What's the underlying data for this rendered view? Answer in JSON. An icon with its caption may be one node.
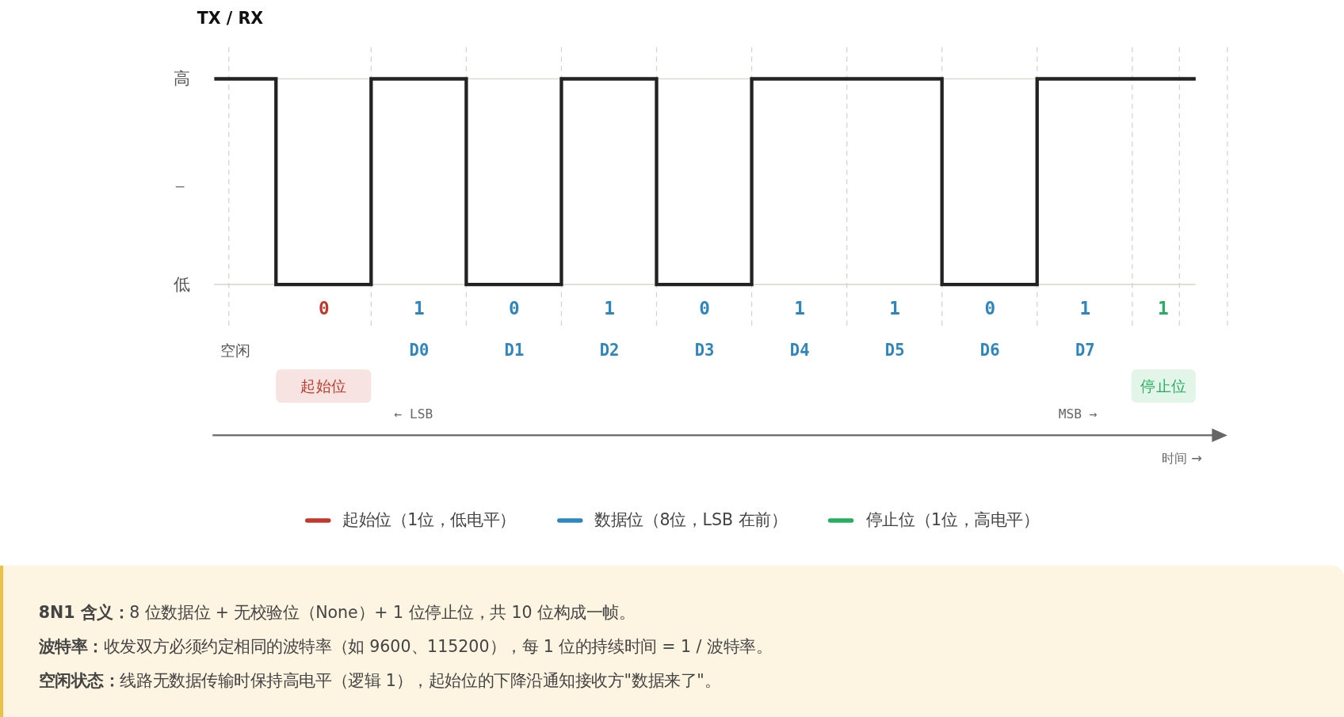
{
  "diagram": {
    "nodes": [
      {
        "text": [
          "起始位"
        ]
      },
      {
        "text": [
          "停止位"
        ]
      }
    ],
    "edges": [],
    "labels": [
      "TX / RX",
      "高",
      "低",
      "0",
      "1",
      "0",
      "1",
      "0",
      "1",
      "1",
      "0",
      "1",
      "1",
      "空闲",
      "D0",
      "D1",
      "D2",
      "D3",
      "D4",
      "D5",
      "D6",
      "D7",
      "← LSB",
      "MSB →",
      "时间 →",
      "**8N1 含义：**8 位数据位 + 无校验位（None）+ 1 位停止位，共 10 位构成一帧。",
      "**波特率：**收发双方必须约定相同的波特率（如 9600、115200），每 1 位的持续时间 = 1 / 波特率。",
      "**空闲状态：**线路无数据传输时保持高电平（逻辑 1），起始位的下降沿通知接收方\"数据来了\"。"
    ],
    "legend": [
      {
        "text": "起始位（1位，低电平）",
        "color": "#c0392b"
      },
      {
        "text": "数据位（8位，LSB 在前）",
        "color": "#2e86c1"
      },
      {
        "text": "停止位（1位，高电平）",
        "color": "#27ae60"
      }
    ]
  }
}
